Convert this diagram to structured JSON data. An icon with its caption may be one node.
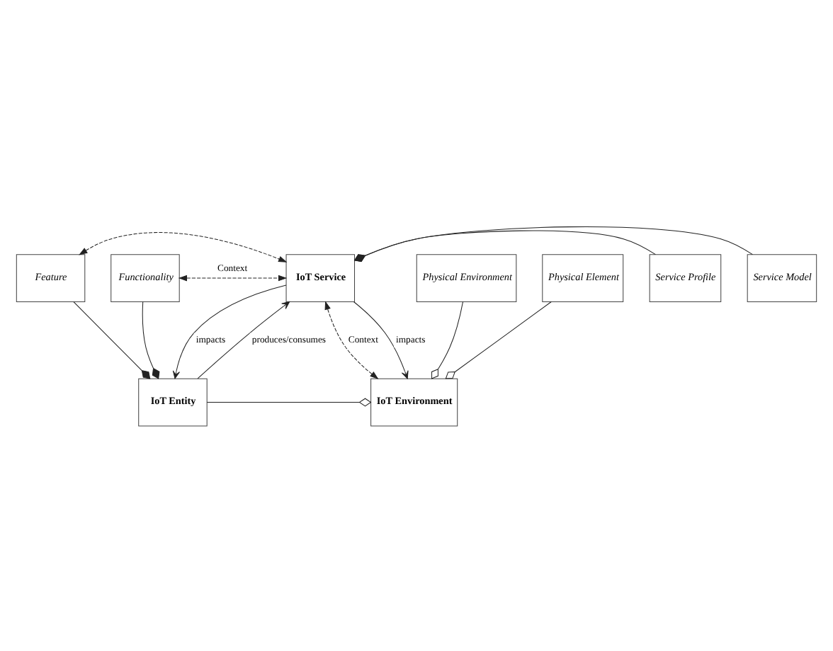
{
  "diagram": {
    "nodes": [
      {
        "text": [
          "Feature"
        ]
      },
      {
        "text": [
          "Functionality"
        ]
      },
      {
        "text": [
          "IoT Service"
        ]
      },
      {
        "text": [
          "Service Profile"
        ]
      },
      {
        "text": [
          "Service Model"
        ]
      },
      {
        "text": [
          "IoT Entity"
        ]
      },
      {
        "text": [
          "IoT Environment"
        ]
      },
      {
        "text": [
          "Physical Environment"
        ]
      },
      {
        "text": [
          "Physical Element"
        ]
      }
    ],
    "edges": [
      {
        "from": 0,
        "to": 2,
        "arrow": "both",
        "style": "dashed"
      },
      {
        "from": 1,
        "to": 2,
        "arrow": "both",
        "style": "dashed",
        "label": "Context"
      },
      {
        "from": 0,
        "to": 5,
        "arrow": "other"
      },
      {
        "from": 1,
        "to": 5,
        "arrow": "other"
      },
      {
        "from": 5,
        "to": 2,
        "arrow": "to",
        "label": "produces/consumes"
      },
      {
        "from": 2,
        "to": 5,
        "arrow": "to",
        "label": "impacts"
      },
      {
        "from": 2,
        "to": 6,
        "arrow": "both",
        "style": "dashed",
        "label": "Context"
      },
      {
        "from": 2,
        "to": 6,
        "arrow": "to",
        "label": "impacts"
      },
      {
        "from": 3,
        "to": 2,
        "arrow": "other"
      },
      {
        "from": 4,
        "to": 2,
        "arrow": "other"
      },
      {
        "from": 5,
        "to": 6,
        "arrow": "other"
      },
      {
        "from": 7,
        "to": 6,
        "arrow": "other"
      },
      {
        "from": 8,
        "to": 6,
        "arrow": "other"
      }
    ]
  }
}
